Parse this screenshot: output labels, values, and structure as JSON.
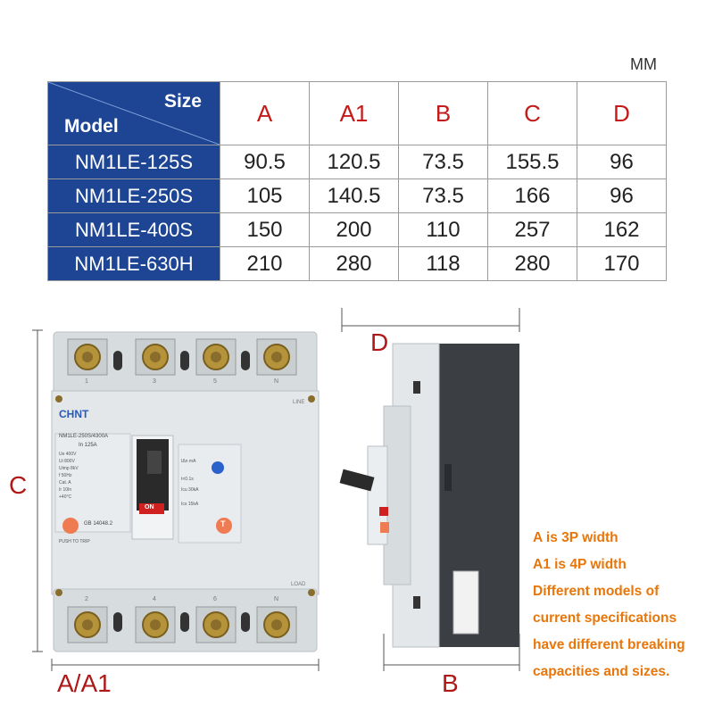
{
  "unit": "MM",
  "table": {
    "corner_top": "Size",
    "corner_bottom": "Model",
    "headers": [
      "A",
      "A1",
      "B",
      "C",
      "D"
    ],
    "rows": [
      {
        "model": "NM1LE-125S",
        "values": [
          "90.5",
          "120.5",
          "73.5",
          "155.5",
          "96"
        ]
      },
      {
        "model": "NM1LE-250S",
        "values": [
          "105",
          "140.5",
          "73.5",
          "166",
          "96"
        ]
      },
      {
        "model": "NM1LE-400S",
        "values": [
          "150",
          "200",
          "110",
          "257",
          "162"
        ]
      },
      {
        "model": "NM1LE-630H",
        "values": [
          "210",
          "280",
          "118",
          "280",
          "170"
        ]
      }
    ]
  },
  "dimension_labels": {
    "c": "C",
    "a": "A/A1",
    "d": "D",
    "b": "B"
  },
  "breaker_front": {
    "brand": "CHNT",
    "model_text": "NM1LE-250S/4300A",
    "rated_current": "In 125A",
    "on_label": "ON",
    "test_button": "T",
    "standard": "GB 14048.2",
    "push_to_trip": "PUSH TO TRIP",
    "line_label": "LINE",
    "load_label": "LOAD",
    "specs": [
      "Ue 400V",
      "Ui 800V",
      "Uimp 8kV",
      "f 50Hz",
      "Cat. A",
      "Ir 10In",
      "+40°C"
    ],
    "specs_right": [
      "IΔn mA",
      "t<0.1s",
      "Icu 30kA",
      "Ics 15kA"
    ],
    "terminal_numbers_top": [
      "1",
      "3",
      "5",
      "N"
    ],
    "terminal_numbers_bottom": [
      "2",
      "4",
      "6",
      "N"
    ]
  },
  "notes": [
    "A is 3P width",
    "A1 is 4P width",
    "Different models of",
    "current specifications",
    "have different breaking",
    "capacities and sizes."
  ],
  "colors": {
    "header_blue": "#1d4594",
    "label_red": "#b01818",
    "note_orange": "#e8760a",
    "breaker_gray": "#dfe3e6"
  }
}
